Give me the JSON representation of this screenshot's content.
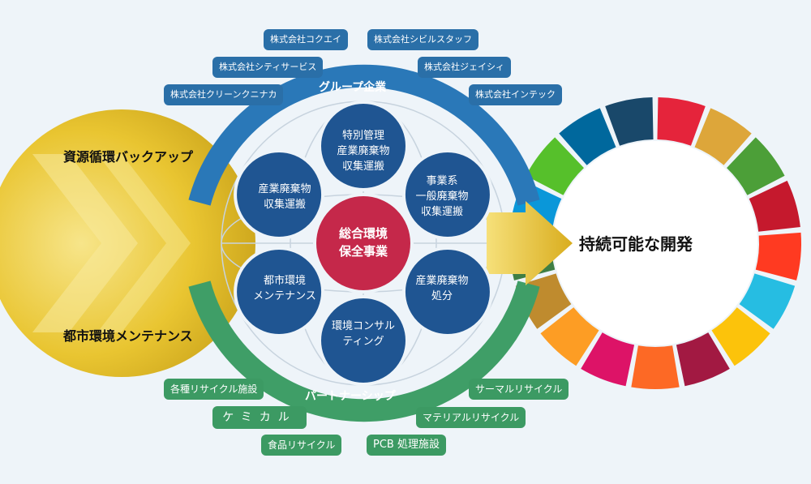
{
  "left_arrow": {
    "top_label": "資源循環バックアップ",
    "bottom_label": "都市環境メンテナンス"
  },
  "group_ring": {
    "title": "グループ企業",
    "companies": [
      "株式会社コクエイ",
      "株式会社シビルスタッフ",
      "株式会社シティサービス",
      "株式会社ジェイシィ",
      "株式会社クリーンクニナカ",
      "株式会社インテック"
    ]
  },
  "partner_ring": {
    "title": "パートナーシップ",
    "partners": [
      "各種リサイクル施設",
      "サーマルリサイクル",
      "ケミカル",
      "マテリアルリサイクル",
      "食品リサイクル",
      "PCB 処理施設"
    ]
  },
  "center": {
    "line1": "総合環境",
    "line2": "保全事業"
  },
  "services": [
    {
      "line1": "特別管理",
      "line2": "産業廃棄物",
      "line3": "収集運搬"
    },
    {
      "line1": "事業系",
      "line2": "一般廃棄物",
      "line3": "収集運搬"
    },
    {
      "line1": "産業廃棄物",
      "line2": "処分",
      "line3": ""
    },
    {
      "line1": "環境コンサル",
      "line2": "ティング",
      "line3": ""
    },
    {
      "line1": "都市環境",
      "line2": "メンテナンス",
      "line3": ""
    },
    {
      "line1": "産業廃棄物",
      "line2": "収集運搬",
      "line3": ""
    }
  ],
  "goal": {
    "label": "持続可能な開発"
  },
  "colors": {
    "group_blue": "#2a78b8",
    "partner_green": "#3f9e67",
    "service_navy": "#1f5592",
    "center_red": "#c5284a",
    "gold": "#e9c531",
    "sdg_wheel": [
      "#e5243b",
      "#dda63a",
      "#4c9f38",
      "#c5192d",
      "#ff3a21",
      "#26bde2",
      "#fcc30b",
      "#a21942",
      "#fd6925",
      "#dd1367",
      "#fd9d24",
      "#bf8b2e",
      "#3f7e44",
      "#0a97d9",
      "#56c02b",
      "#00689d",
      "#19486a"
    ]
  }
}
